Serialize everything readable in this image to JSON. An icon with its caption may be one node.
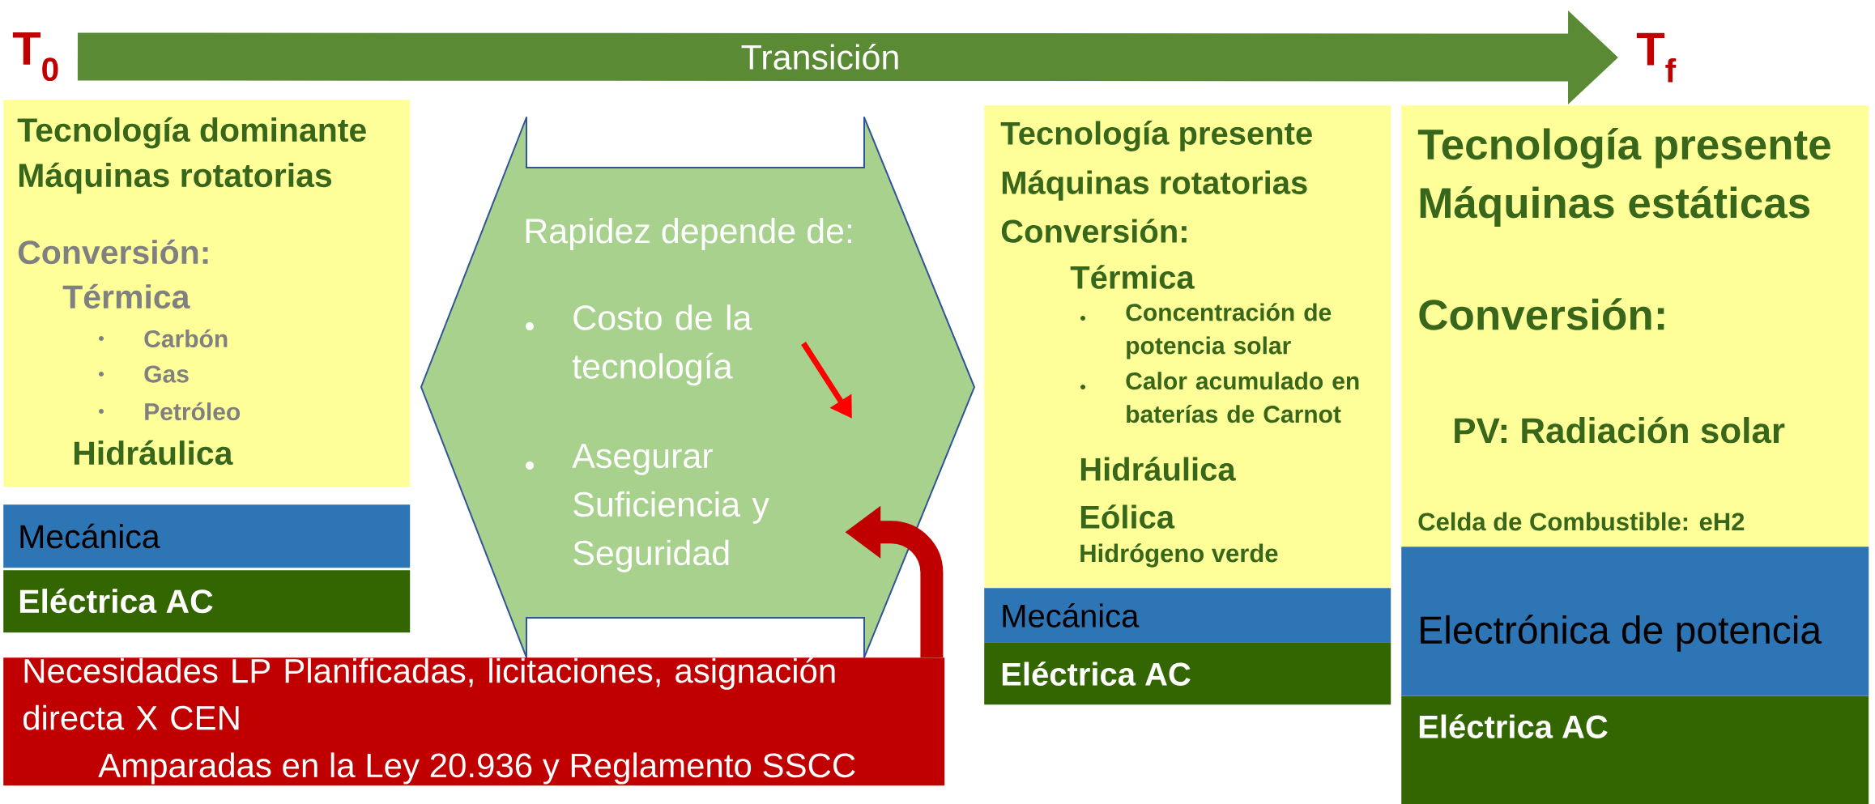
{
  "diagram": {
    "nodes": [
      {
        "text": [
          "T$_{0}$"
        ]
      },
      {
        "text": [
          "T$_{f}$"
        ]
      },
      {
        "text": [
          "Tecnología dominante",
          "Máquinas rotatorias",
          "Conversión:",
          "Térmica",
          "Carbón",
          "Gas",
          "Petróleo",
          "Hidráulica"
        ]
      },
      {
        "text": [
          "Mecánica"
        ]
      },
      {
        "text": [
          "Eléctrica AC"
        ]
      },
      {
        "text": [
          "Rapidez depende de:",
          "Costo de la tecnología",
          "Asegurar Suficiencia y Seguridad"
        ]
      },
      {
        "text": [
          "Necesidades LP Planificadas, licitaciones, asignación directa X CEN",
          "Amparadas en la Ley 20.936 y Reglamento SSCC"
        ]
      },
      {
        "text": [
          "Tecnología presente",
          "Máquinas rotatorias",
          "Conversión:",
          "Térmica",
          "Concentración de potencia solar",
          "Calor acumulado en baterías de Carnot",
          "Hidráulica",
          "Eólica",
          "Hidrógeno verde"
        ]
      },
      {
        "text": [
          "Mecánica"
        ]
      },
      {
        "text": [
          "Eléctrica AC"
        ]
      },
      {
        "text": [
          "Tecnología presente",
          "Máquinas estáticas",
          "Conversión:",
          "PV: Radiación solar",
          "Celda de Combustible: eH2"
        ]
      },
      {
        "text": [
          "Electrónica de potencia"
        ]
      },
      {
        "text": [
          "Eléctrica AC"
        ]
      }
    ],
    "edges": [
      {
        "from": 0,
        "to": 1,
        "arrow": "to",
        "label": "Transición",
        "style": "thick",
        "color": "#5b8a35"
      },
      {
        "from": 6,
        "to": 5,
        "arrow": "to",
        "color": "#c00000"
      }
    ]
  }
}
